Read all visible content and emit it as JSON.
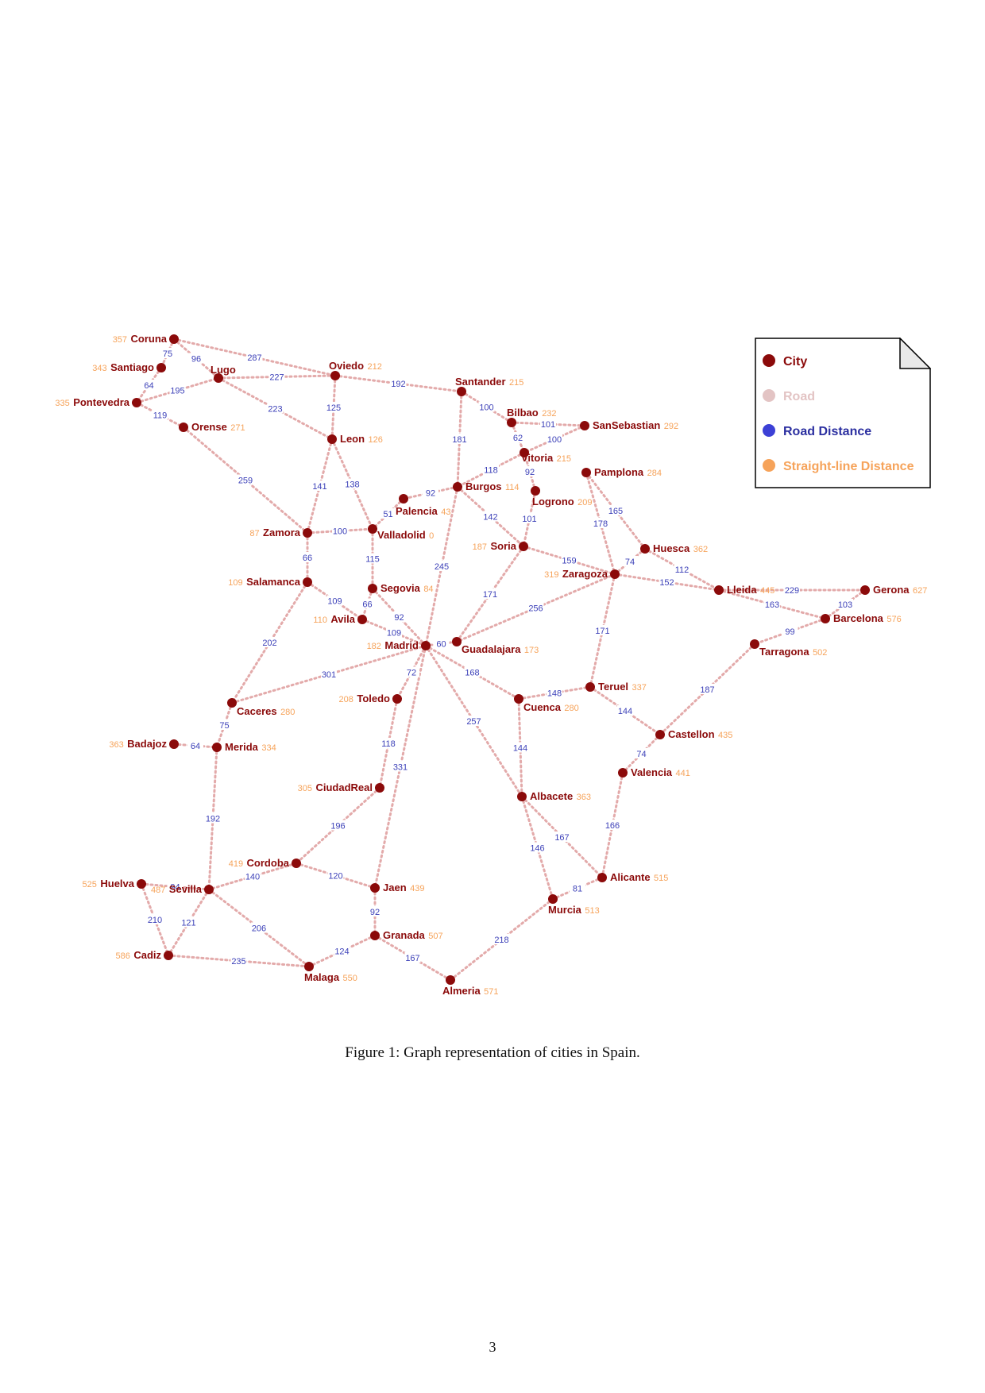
{
  "legend": {
    "city": "City",
    "road": "Road",
    "road_distance": "Road Distance",
    "straight_line": "Straight-line Distance"
  },
  "colors": {
    "city": "#8b0a0a",
    "road": "#e3aaaa",
    "road_distance": "#3c40b8",
    "straight_line": "#f6a35a"
  },
  "cities": [
    {
      "id": "Coruna",
      "h": "357"
    },
    {
      "id": "Santiago",
      "h": "343"
    },
    {
      "id": "Lugo",
      "h": ""
    },
    {
      "id": "Pontevedra",
      "h": "335"
    },
    {
      "id": "Oviedo",
      "h": "212"
    },
    {
      "id": "Orense",
      "h": "271"
    },
    {
      "id": "Santander",
      "h": "215"
    },
    {
      "id": "Leon",
      "h": "126"
    },
    {
      "id": "Bilbao",
      "h": "232"
    },
    {
      "id": "SanSebastian",
      "h": "292"
    },
    {
      "id": "Vitoria",
      "h": "215"
    },
    {
      "id": "Pamplona",
      "h": "284"
    },
    {
      "id": "Burgos",
      "h": "114"
    },
    {
      "id": "Palencia",
      "h": "43"
    },
    {
      "id": "Logrono",
      "h": "209"
    },
    {
      "id": "Zamora",
      "h": "87"
    },
    {
      "id": "Valladolid",
      "h": "0"
    },
    {
      "id": "Soria",
      "h": "187"
    },
    {
      "id": "Huesca",
      "h": "362"
    },
    {
      "id": "Salamanca",
      "h": "109"
    },
    {
      "id": "Segovia",
      "h": "84"
    },
    {
      "id": "Zaragoza",
      "h": "319"
    },
    {
      "id": "Lleida",
      "h": "445"
    },
    {
      "id": "Gerona",
      "h": "627"
    },
    {
      "id": "Avila",
      "h": "110"
    },
    {
      "id": "Barcelona",
      "h": "576"
    },
    {
      "id": "Madrid",
      "h": "182"
    },
    {
      "id": "Guadalajara",
      "h": "173"
    },
    {
      "id": "Tarragona",
      "h": "502"
    },
    {
      "id": "Teruel",
      "h": "337"
    },
    {
      "id": "Caceres",
      "h": "280"
    },
    {
      "id": "Toledo",
      "h": "208"
    },
    {
      "id": "Cuenca",
      "h": "280"
    },
    {
      "id": "Castellon",
      "h": "435"
    },
    {
      "id": "Badajoz",
      "h": "363"
    },
    {
      "id": "Merida",
      "h": "334"
    },
    {
      "id": "Valencia",
      "h": "441"
    },
    {
      "id": "CiudadReal",
      "h": "305"
    },
    {
      "id": "Albacete",
      "h": "363"
    },
    {
      "id": "Cordoba",
      "h": "419"
    },
    {
      "id": "Huelva",
      "h": "525"
    },
    {
      "id": "Sevilla",
      "h": "487"
    },
    {
      "id": "Jaen",
      "h": "439"
    },
    {
      "id": "Alicante",
      "h": "515"
    },
    {
      "id": "Murcia",
      "h": "513"
    },
    {
      "id": "Cadiz",
      "h": "586"
    },
    {
      "id": "Granada",
      "h": "507"
    },
    {
      "id": "Malaga",
      "h": "550"
    },
    {
      "id": "Almeria",
      "h": "571"
    }
  ],
  "roads": [
    {
      "a": "Coruna",
      "b": "Santiago",
      "d": "75"
    },
    {
      "a": "Coruna",
      "b": "Lugo",
      "d": "96"
    },
    {
      "a": "Coruna",
      "b": "Oviedo",
      "d": "287"
    },
    {
      "a": "Santiago",
      "b": "Pontevedra",
      "d": "64"
    },
    {
      "a": "Pontevedra",
      "b": "Lugo",
      "d": "195"
    },
    {
      "a": "Pontevedra",
      "b": "Orense",
      "d": "119"
    },
    {
      "a": "Lugo",
      "b": "Oviedo",
      "d": "227"
    },
    {
      "a": "Lugo",
      "b": "Leon",
      "d": "223"
    },
    {
      "a": "Oviedo",
      "b": "Santander",
      "d": "192"
    },
    {
      "a": "Oviedo",
      "b": "Leon",
      "d": "125"
    },
    {
      "a": "Orense",
      "b": "Zamora",
      "d": "259"
    },
    {
      "a": "Santander",
      "b": "Bilbao",
      "d": "100"
    },
    {
      "a": "Santander",
      "b": "Burgos",
      "d": "181"
    },
    {
      "a": "Bilbao",
      "b": "SanSebastian",
      "d": "101"
    },
    {
      "a": "Bilbao",
      "b": "Vitoria",
      "d": "62"
    },
    {
      "a": "SanSebastian",
      "b": "Vitoria",
      "d": "100"
    },
    {
      "a": "Vitoria",
      "b": "Burgos",
      "d": "118"
    },
    {
      "a": "Vitoria",
      "b": "Logrono",
      "d": "92"
    },
    {
      "a": "Leon",
      "b": "Zamora",
      "d": "141"
    },
    {
      "a": "Leon",
      "b": "Valladolid",
      "d": "138"
    },
    {
      "a": "Burgos",
      "b": "Palencia",
      "d": "92"
    },
    {
      "a": "Palencia",
      "b": "Valladolid",
      "d": "51"
    },
    {
      "a": "Burgos",
      "b": "Soria",
      "d": "142"
    },
    {
      "a": "Burgos",
      "b": "Madrid",
      "d": "245"
    },
    {
      "a": "Logrono",
      "b": "Soria",
      "d": "101"
    },
    {
      "a": "Pamplona",
      "b": "Zaragoza",
      "d": "178"
    },
    {
      "a": "Pamplona",
      "b": "Huesca",
      "d": "165"
    },
    {
      "a": "Zamora",
      "b": "Valladolid",
      "d": "100"
    },
    {
      "a": "Zamora",
      "b": "Salamanca",
      "d": "66"
    },
    {
      "a": "Valladolid",
      "b": "Segovia",
      "d": "115"
    },
    {
      "a": "Soria",
      "b": "Zaragoza",
      "d": "159"
    },
    {
      "a": "Soria",
      "b": "Guadalajara",
      "d": "171"
    },
    {
      "a": "Huesca",
      "b": "Zaragoza",
      "d": "74"
    },
    {
      "a": "Huesca",
      "b": "Lleida",
      "d": "112"
    },
    {
      "a": "Zaragoza",
      "b": "Lleida",
      "d": "152"
    },
    {
      "a": "Zaragoza",
      "b": "Guadalajara",
      "d": "256"
    },
    {
      "a": "Zaragoza",
      "b": "Teruel",
      "d": "171"
    },
    {
      "a": "Lleida",
      "b": "Gerona",
      "d": "229"
    },
    {
      "a": "Lleida",
      "b": "Barcelona",
      "d": "163"
    },
    {
      "a": "Gerona",
      "b": "Barcelona",
      "d": "103"
    },
    {
      "a": "Barcelona",
      "b": "Tarragona",
      "d": "99"
    },
    {
      "a": "Tarragona",
      "b": "Castellon",
      "d": "187"
    },
    {
      "a": "Salamanca",
      "b": "Avila",
      "d": "109"
    },
    {
      "a": "Salamanca",
      "b": "Caceres",
      "d": "202"
    },
    {
      "a": "Segovia",
      "b": "Avila",
      "d": "66"
    },
    {
      "a": "Segovia",
      "b": "Madrid",
      "d": "92"
    },
    {
      "a": "Avila",
      "b": "Madrid",
      "d": "109"
    },
    {
      "a": "Madrid",
      "b": "Guadalajara",
      "d": "60"
    },
    {
      "a": "Madrid",
      "b": "Caceres",
      "d": "301"
    },
    {
      "a": "Madrid",
      "b": "Toledo",
      "d": "72"
    },
    {
      "a": "Madrid",
      "b": "Cuenca",
      "d": "168"
    },
    {
      "a": "Madrid",
      "b": "Albacete",
      "d": "257"
    },
    {
      "a": "Madrid",
      "b": "Jaen",
      "d": "331"
    },
    {
      "a": "Cuenca",
      "b": "Teruel",
      "d": "148"
    },
    {
      "a": "Cuenca",
      "b": "Albacete",
      "d": "144"
    },
    {
      "a": "Teruel",
      "b": "Castellon",
      "d": "144"
    },
    {
      "a": "Castellon",
      "b": "Valencia",
      "d": "74"
    },
    {
      "a": "Valencia",
      "b": "Alicante",
      "d": "166"
    },
    {
      "a": "Caceres",
      "b": "Merida",
      "d": "75"
    },
    {
      "a": "Badajoz",
      "b": "Merida",
      "d": "64"
    },
    {
      "a": "Merida",
      "b": "Sevilla",
      "d": "192"
    },
    {
      "a": "Toledo",
      "b": "CiudadReal",
      "d": "118"
    },
    {
      "a": "CiudadReal",
      "b": "Cordoba",
      "d": "196"
    },
    {
      "a": "Albacete",
      "b": "Alicante",
      "d": "167"
    },
    {
      "a": "Albacete",
      "b": "Murcia",
      "d": "146"
    },
    {
      "a": "Alicante",
      "b": "Murcia",
      "d": "81"
    },
    {
      "a": "Cordoba",
      "b": "Sevilla",
      "d": "140"
    },
    {
      "a": "Cordoba",
      "b": "Jaen",
      "d": "120"
    },
    {
      "a": "Huelva",
      "b": "Sevilla",
      "d": "94"
    },
    {
      "a": "Huelva",
      "b": "Cadiz",
      "d": "210"
    },
    {
      "a": "Sevilla",
      "b": "Cadiz",
      "d": "121"
    },
    {
      "a": "Sevilla",
      "b": "Malaga",
      "d": "206"
    },
    {
      "a": "Cadiz",
      "b": "Malaga",
      "d": "235"
    },
    {
      "a": "Jaen",
      "b": "Granada",
      "d": "92"
    },
    {
      "a": "Granada",
      "b": "Malaga",
      "d": "124"
    },
    {
      "a": "Granada",
      "b": "Almeria",
      "d": "167"
    },
    {
      "a": "Murcia",
      "b": "Almeria",
      "d": "218"
    }
  ],
  "caption": "Figure 1: Graph representation of cities in Spain.",
  "page_number": "3"
}
